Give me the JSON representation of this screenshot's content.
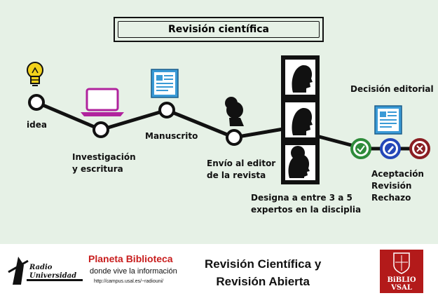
{
  "title": "Revisión científica",
  "steps": {
    "idea": "idea",
    "investigacion_1": "Investigación",
    "investigacion_2": "y escritura",
    "manuscrito": "Manuscrito",
    "envio_1": "Envío al editor",
    "envio_2": "de la revista",
    "designa_1": "Designa a entre 3 a 5",
    "designa_2": "expertos en la disciplia",
    "decision": "Decisión editorial",
    "aceptacion": "Aceptación",
    "revision": "Revisión",
    "rechazo": "Rechazo"
  },
  "colors": {
    "background": "#e6f1e6",
    "accept": "#2e8b3a",
    "revise": "#2447b8",
    "reject": "#8a1e22",
    "laptop": "#b0239d",
    "document": "#3a9ad6",
    "bulb": "#f2d21b"
  },
  "icons": {
    "idea": "lightbulb-icon",
    "investigation": "laptop-icon",
    "manuscript": "document-icon",
    "editor": "woman-silhouette-icon",
    "experts": "person-silhouette-icon",
    "decision": "document-icon",
    "accept": "check-icon",
    "revise": "pencil-icon",
    "reject": "x-icon"
  },
  "footer": {
    "radio_line1": "Radio",
    "radio_line2": "Universidad",
    "planeta": "Planeta Biblioteca",
    "tagline": "donde vive la información",
    "url": "http://campus.usal.es/~radiouni/",
    "heading_1": "Revisión Científica y",
    "heading_2": "Revisión Abierta",
    "biblio_1": "BiBLIO",
    "biblio_2": "VSAL"
  }
}
